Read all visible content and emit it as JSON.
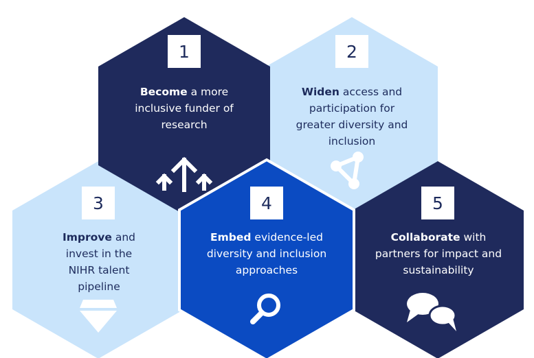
{
  "colors": {
    "navy": "#1f2a5c",
    "light_blue": "#c9e4fb",
    "royal_blue": "#0b4bc2",
    "white": "#ffffff"
  },
  "hexagons": [
    {
      "number": "1",
      "bold": "Become",
      "text": " a more inclusive funder of research",
      "icon": "arrows-up-icon",
      "fill": "navy"
    },
    {
      "number": "2",
      "bold": "Widen",
      "text": " access and participation for greater diversity and inclusion",
      "icon": "triangle-network-icon",
      "fill": "light_blue"
    },
    {
      "number": "3",
      "bold": "Improve",
      "text": " and invest in the NIHR talent pipeline",
      "icon": "diamond-icon",
      "fill": "light_blue"
    },
    {
      "number": "4",
      "bold": "Embed",
      "text": " evidence-led diversity and inclusion approaches",
      "icon": "magnifier-icon",
      "fill": "royal_blue"
    },
    {
      "number": "5",
      "bold": "Collaborate",
      "text": " with partners for impact and sustainability",
      "icon": "speech-bubbles-icon",
      "fill": "navy"
    }
  ]
}
